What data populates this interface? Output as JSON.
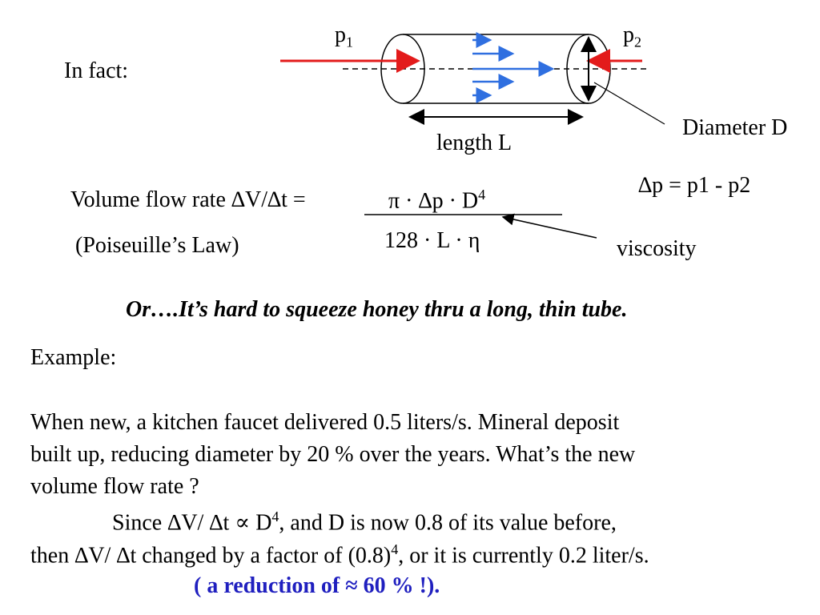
{
  "slide": {
    "intro": "In fact:",
    "labels": {
      "p1": "p",
      "p1_sub": "1",
      "p2": "p",
      "p2_sub": "2",
      "length": "length L",
      "diameter": "Diameter D",
      "pressure_diff": "∆p = p1 - p2",
      "viscosity": "viscosity"
    },
    "formula": {
      "left": "Volume flow rate ∆V/∆t =",
      "numerator": "π · ∆p · D",
      "numerator_sup": "4",
      "denominator": "128 · L · η",
      "law": "(Poiseuille’s Law)"
    },
    "tagline": "Or….It’s hard to squeeze honey thru a long, thin tube.",
    "example": {
      "heading": "Example:",
      "line1": "When new, a kitchen faucet delivered 0.5 liters/s. Mineral deposit",
      "line2": "built up, reducing diameter by 20 % over the years. What’s the new",
      "line3": "volume flow rate ?",
      "line4_a": "Since ∆V/ ∆t ∝ D",
      "line4_sup": "4",
      "line4_b": ", and D is now 0.8 of its value before,",
      "line5_a": "then ∆V/ ∆t changed by a factor of (0.8)",
      "line5_sup": "4",
      "line5_b": ", or it is currently 0.2 liter/s.",
      "conclusion": "( a reduction of ≈ 60 % !)."
    },
    "colors": {
      "pressure_arrow": "#e31b1b",
      "flow_arrow": "#2f6fe0",
      "conclusion_text": "#1f1fbf"
    }
  }
}
